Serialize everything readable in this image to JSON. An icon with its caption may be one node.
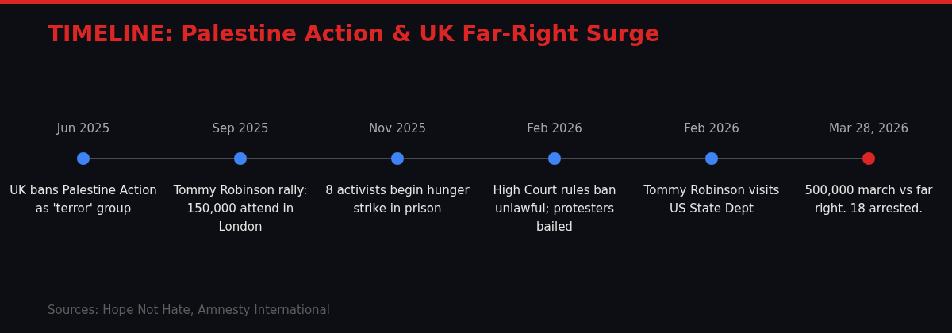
{
  "diagram": {
    "title": "TIMELINE: Palestine Action & UK Far-Right Surge",
    "caption": "Sources: Hope Not Hate, Amnesty International",
    "nodes": [
      {
        "text": [],
        "shape": "circle",
        "beside": [
          "Jun 2025",
          "UK bans Palestine Action as 'terror' group"
        ]
      },
      {
        "text": [],
        "shape": "circle",
        "beside": [
          "Sep 2025",
          "Tommy Robinson rally: 150,000 attend in London"
        ]
      },
      {
        "text": [],
        "shape": "circle",
        "beside": [
          "Nov 2025",
          "8 activists begin hunger strike in prison"
        ]
      },
      {
        "text": [],
        "shape": "circle",
        "beside": [
          "Feb 2026",
          "High Court rules ban unlawful; protesters bailed"
        ]
      },
      {
        "text": [],
        "shape": "circle",
        "beside": [
          "Feb 2026",
          "Tommy Robinson visits US State Dept"
        ]
      },
      {
        "text": [],
        "shape": "circle",
        "beside": [
          "Mar 28, 2026",
          "500,000 march vs far right. 18 arrested."
        ]
      }
    ],
    "edges": [
      {
        "from": 0,
        "to": 1,
        "arrow": "none"
      },
      {
        "from": 1,
        "to": 2,
        "arrow": "none"
      },
      {
        "from": 2,
        "to": 3,
        "arrow": "none"
      },
      {
        "from": 3,
        "to": 4,
        "arrow": "none"
      },
      {
        "from": 4,
        "to": 5,
        "arrow": "none"
      }
    ]
  }
}
